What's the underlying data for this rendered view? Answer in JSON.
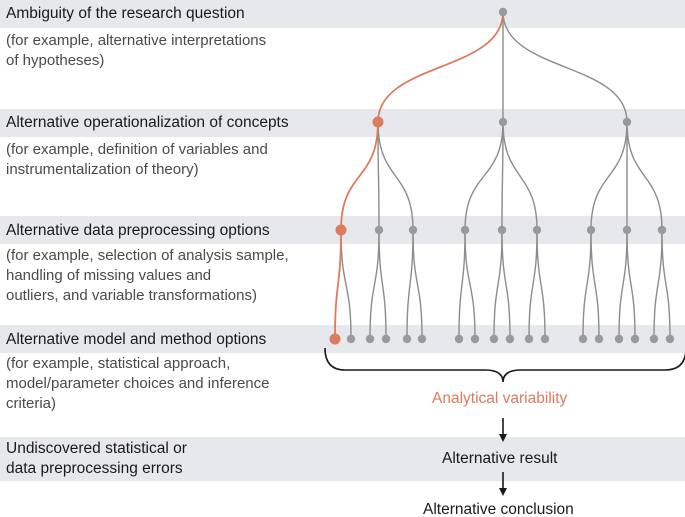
{
  "stages": [
    {
      "label": "Ambiguity of the research question",
      "example": "(for example, alternative interpretations\nof hypotheses)"
    },
    {
      "label": "Alternative operationalization of concepts",
      "example": "(for example, definition of variables and\ninstrumentalization of theory)"
    },
    {
      "label": "Alternative data preprocessing options",
      "example": "(for example, selection of analysis sample,\nhandling of missing values and\noutliers, and variable transformations)"
    },
    {
      "label": "Alternative model and method options",
      "example": "(for example, statistical approach,\nmodel/parameter choices and inference\ncriteria)"
    },
    {
      "label": "Undiscovered statistical or\ndata preprocessing errors"
    }
  ],
  "analytical_variability": "Analytical variability",
  "alternative_result": "Alternative result",
  "alternative_conclusion": "Alternative conclusion",
  "colors": {
    "band": "#e6e8ec",
    "node": "#9a9a9a",
    "branch": "#8c8c8c",
    "highlight": "#de7a5e"
  }
}
